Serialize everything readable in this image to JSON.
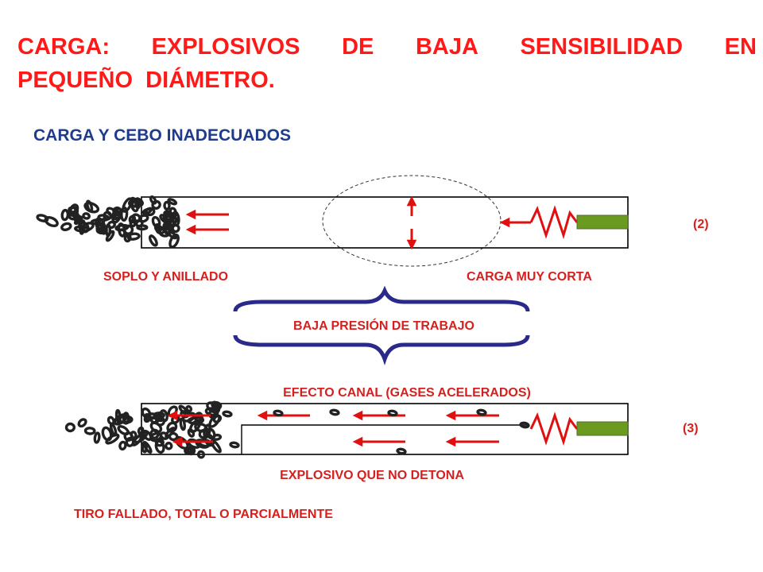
{
  "slide": {
    "title_words": [
      "CARGA:",
      "EXPLOSIVOS",
      "DE",
      "BAJA",
      "SENSIBILIDAD",
      "EN"
    ],
    "title_line2": "PEQUEÑO  DIÁMETRO.",
    "subtitle": "CARGA Y CEBO INADECUADOS"
  },
  "diagram_top": {
    "label_left": "SOPLO Y ANILLADO",
    "label_right": "CARGA MUY CORTA",
    "case_number": "(2)",
    "brace_label": "BAJA  PRESIÓN DE TRABAJO"
  },
  "diagram_bottom": {
    "label_top": "EFECTO CANAL (GASES ACELERADOS)",
    "label_bottom": "EXPLOSIVO QUE NO DETONA",
    "case_number": "(3)"
  },
  "conclusion": "TIRO FALLADO, TOTAL O PARCIALMENTE",
  "colors": {
    "title": "#ff1a1a",
    "subtitle": "#1f3b8c",
    "label": "#d62020",
    "arrow": "#e01010",
    "brace": "#2a2a8a",
    "primer": "#6a9a1e",
    "ring": "#222222"
  }
}
